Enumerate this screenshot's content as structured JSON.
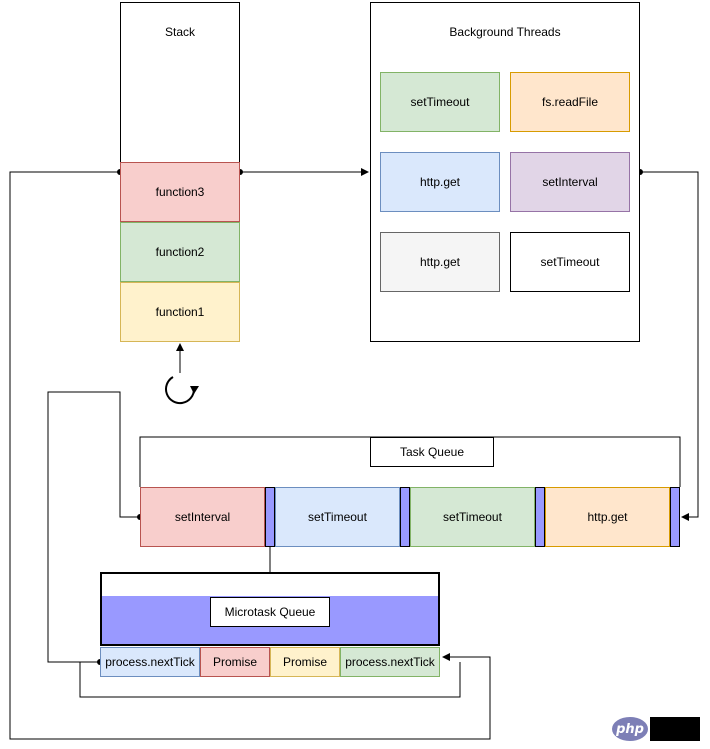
{
  "stack": {
    "title": "Stack",
    "frames": [
      {
        "label": "function3",
        "fill": "#f8cecc",
        "stroke": "#b85450"
      },
      {
        "label": "function2",
        "fill": "#d5e8d4",
        "stroke": "#82b366"
      },
      {
        "label": "function1",
        "fill": "#fff2cc",
        "stroke": "#d6b656"
      }
    ]
  },
  "background_threads": {
    "title": "Background Threads",
    "items": [
      {
        "label": "setTimeout",
        "fill": "#d5e8d4",
        "stroke": "#82b366"
      },
      {
        "label": "fs.readFile",
        "fill": "#ffe6cc",
        "stroke": "#d79b00"
      },
      {
        "label": "http.get",
        "fill": "#dae8fc",
        "stroke": "#6c8ebf"
      },
      {
        "label": "setInterval",
        "fill": "#e1d5e7",
        "stroke": "#9673a6"
      },
      {
        "label": "http.get",
        "fill": "#f5f5f5",
        "stroke": "#666666"
      },
      {
        "label": "setTimeout",
        "fill": "#ffffff",
        "stroke": "#000000"
      }
    ]
  },
  "task_queue": {
    "title": "Task Queue",
    "items": [
      {
        "label": "setInterval",
        "fill": "#f8cecc",
        "stroke": "#b85450"
      },
      {
        "label": "setTimeout",
        "fill": "#dae8fc",
        "stroke": "#6c8ebf"
      },
      {
        "label": "setTimeout",
        "fill": "#d5e8d4",
        "stroke": "#82b366"
      },
      {
        "label": "http.get",
        "fill": "#ffe6cc",
        "stroke": "#d79b00"
      }
    ],
    "separator_color": "#9999ff"
  },
  "microtask_queue": {
    "title": "Microtask Queue",
    "header_fill": "#9999ff",
    "items": [
      {
        "label": "process.nextTick",
        "fill": "#dae8fc",
        "stroke": "#6c8ebf"
      },
      {
        "label": "Promise",
        "fill": "#f8cecc",
        "stroke": "#b85450"
      },
      {
        "label": "Promise",
        "fill": "#fff2cc",
        "stroke": "#d6b656"
      },
      {
        "label": "process.nextTick",
        "fill": "#d5e8d4",
        "stroke": "#82b366"
      }
    ]
  },
  "event_loop_icon": "refresh-icon",
  "watermark": {
    "logo_text": "php"
  }
}
